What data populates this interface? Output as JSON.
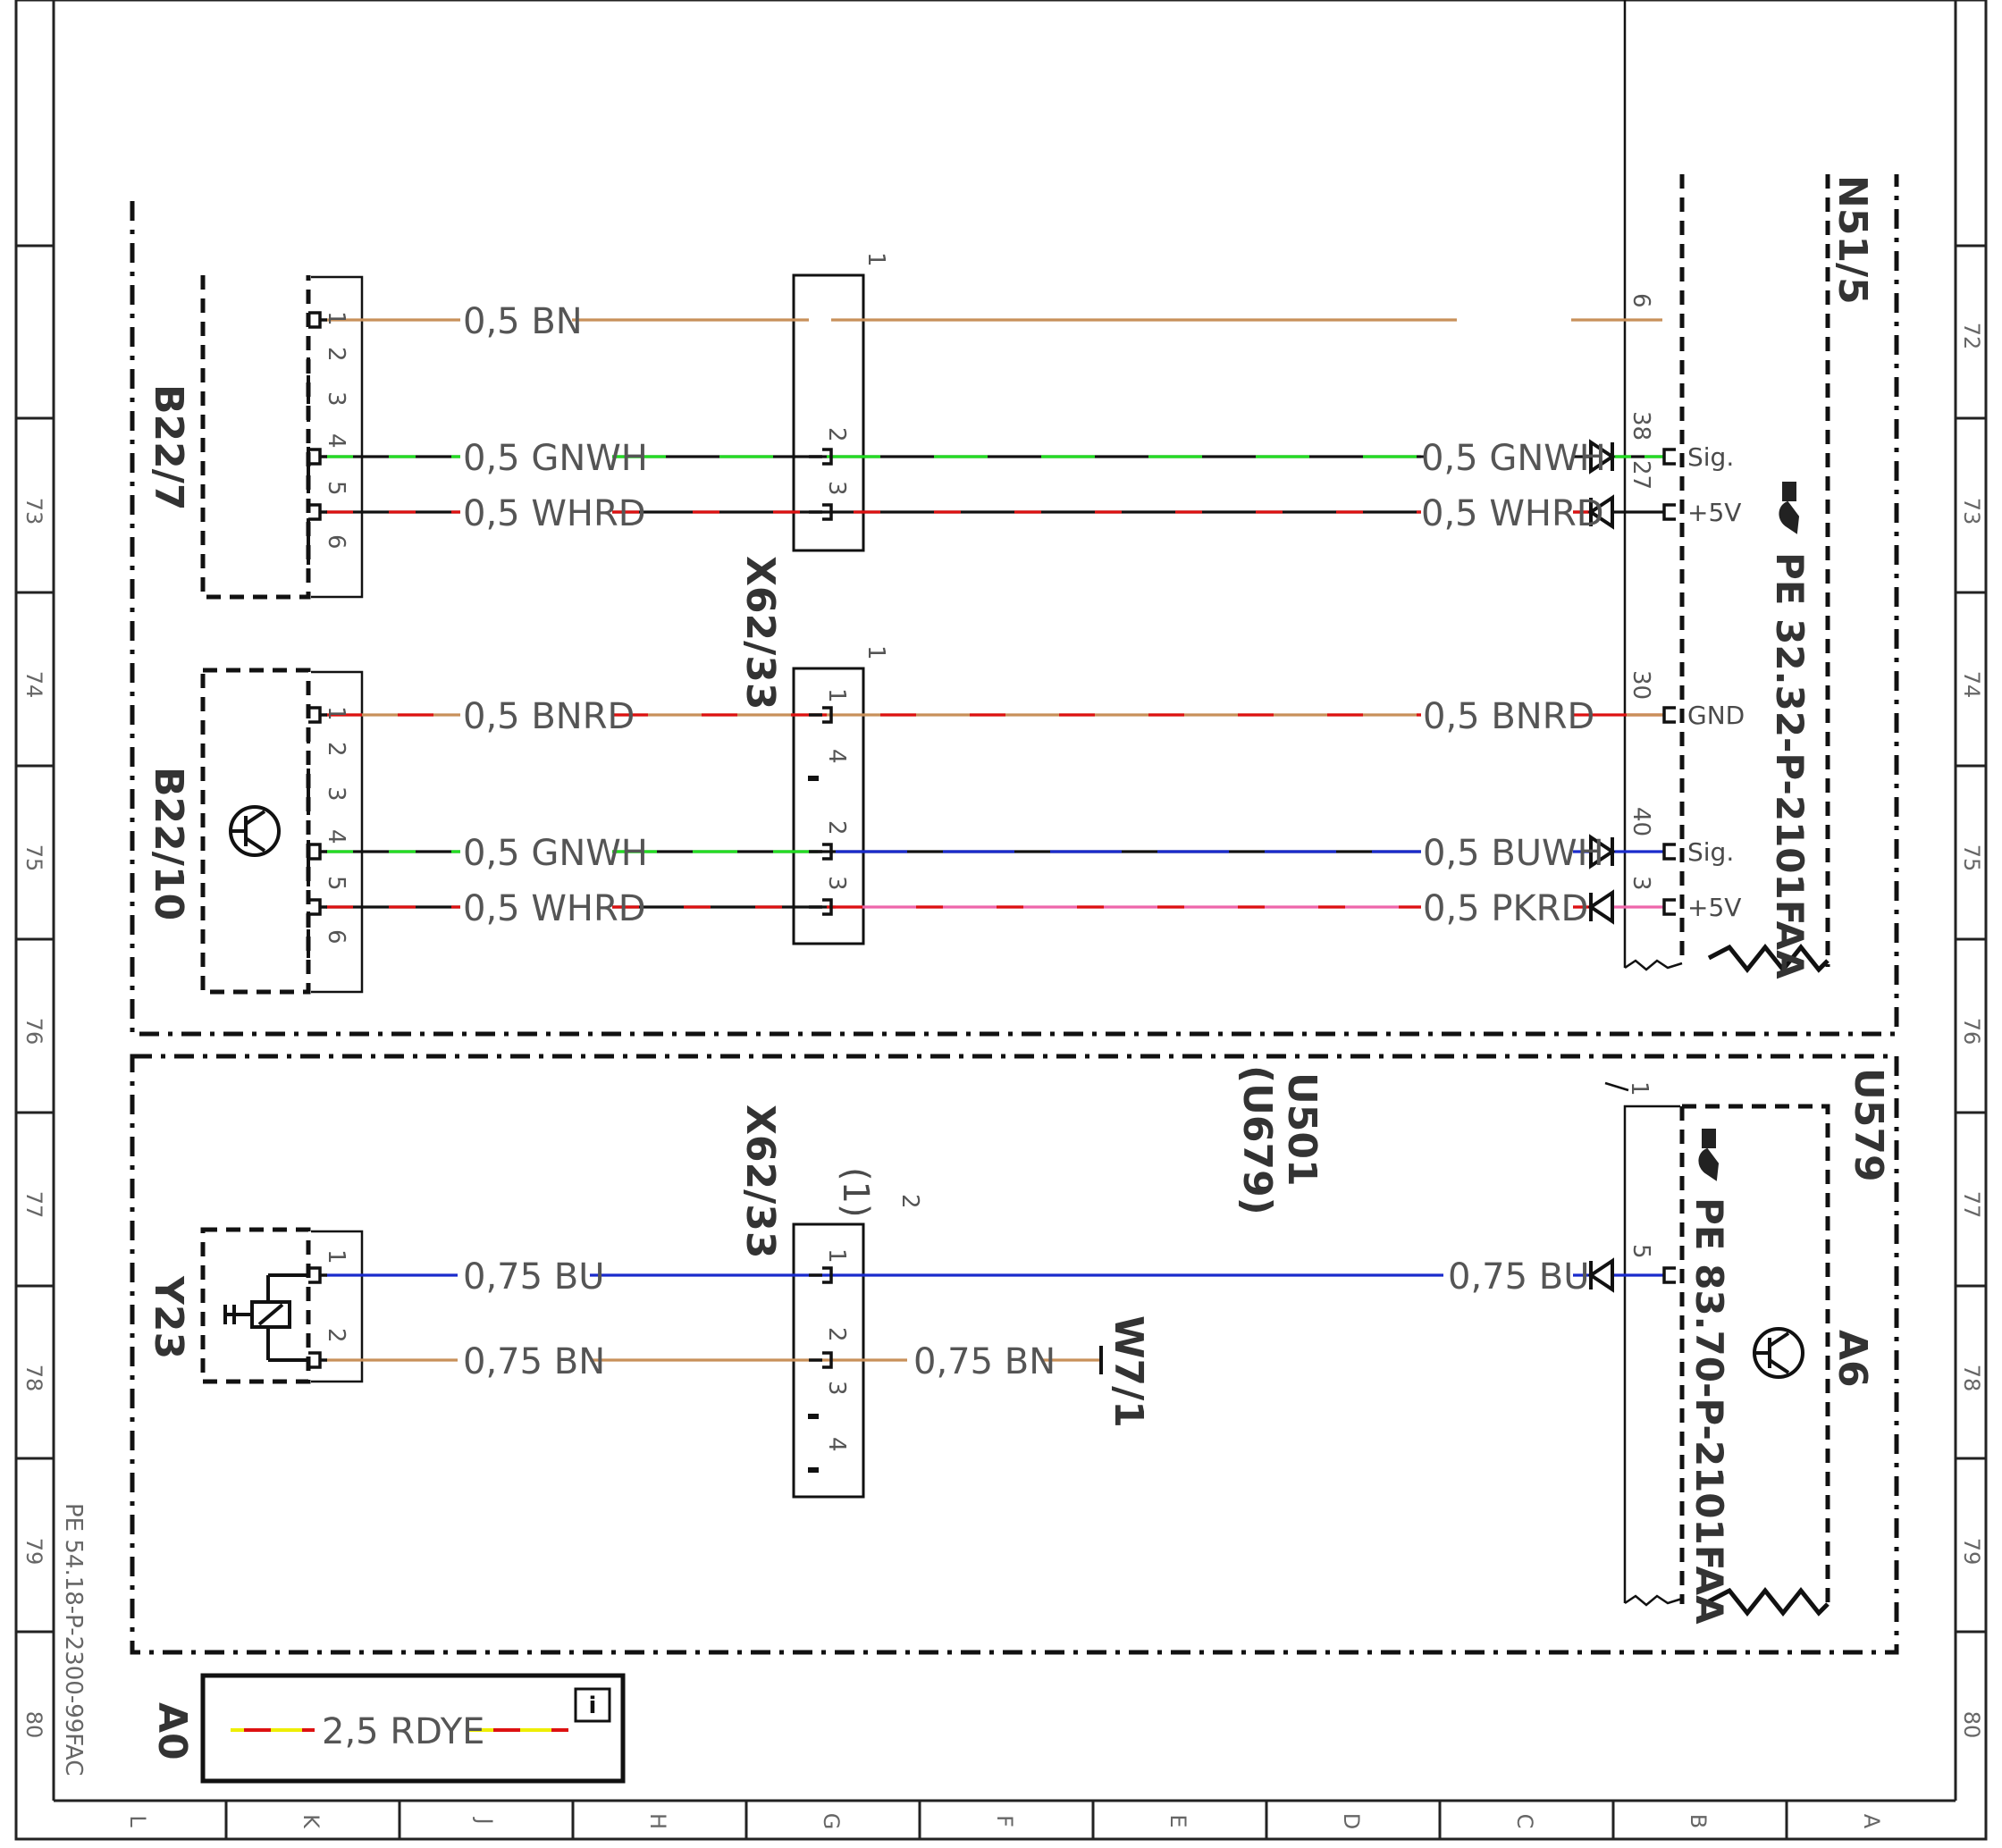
{
  "components": {
    "b22_7": "B22/7",
    "b22_10": "B22/10",
    "y23": "Y23",
    "x62_33_top": "X62/33",
    "x62_33_bottom": "X62/33",
    "n51_5": "N51/5",
    "u579": "U579",
    "a6": "A6",
    "w7_1": "W7/1",
    "a0": "A0",
    "u501": "U501",
    "u679": "(U679)",
    "bottom_connector_note": "(1)"
  },
  "references": {
    "n51_5_ref": "PE 32.32-P-2101FAA",
    "a6_ref": "PE 83.70-P-2101FAA",
    "sheet_ref": "PE 54.18-P-2300-99FAC"
  },
  "wires": {
    "w1": "0,5 BN",
    "w2_left": "0,5 GNWH",
    "w2_right": "0,5 GNWH",
    "w3_left": "0,5 WHRD",
    "w3_right": "0,5 WHRD",
    "w4_left": "0,5 BNRD",
    "w4_right": "0,5 BNRD",
    "w5_left": "0,5 GNWH",
    "w5_right": "0,5 BUWH",
    "w6_left": "0,5 WHRD",
    "w6_right": "0,5 PKRD",
    "w7_left": "0,75 BU",
    "w7_right": "0,75 BU",
    "w8_left": "0,75 BN",
    "w8_right": "0,75 BN",
    "a0_wire": "2,5 RDYE"
  },
  "signals": {
    "sig1": "Sig.",
    "v5_1": "+5V",
    "gnd": "GND",
    "sig2": "Sig.",
    "v5_2": "+5V"
  },
  "pins": {
    "p1": "1",
    "p2": "2",
    "p3": "3",
    "p4": "4",
    "p5": "5",
    "p6": "6",
    "n6": "6",
    "n38": "38",
    "n27": "27",
    "n30": "30",
    "n40": "40",
    "n3": "3",
    "u5": "5",
    "u1": "1",
    "x_top_1": "1",
    "x_bot_2": "2",
    "y_1": "1",
    "y_2": "2"
  },
  "frame": {
    "rows": [
      "72",
      "73",
      "74",
      "75",
      "76",
      "77",
      "78",
      "79",
      "80"
    ],
    "cols": [
      "L",
      "K",
      "J",
      "H",
      "G",
      "F",
      "E",
      "D",
      "C",
      "B",
      "A"
    ]
  },
  "colors": {
    "brown": "#c8905a",
    "green": "#22dd22",
    "red": "#dd1111",
    "blue": "#1a2bcc",
    "pink": "#ee66aa",
    "yellow": "#eeee00",
    "black": "#111111"
  }
}
